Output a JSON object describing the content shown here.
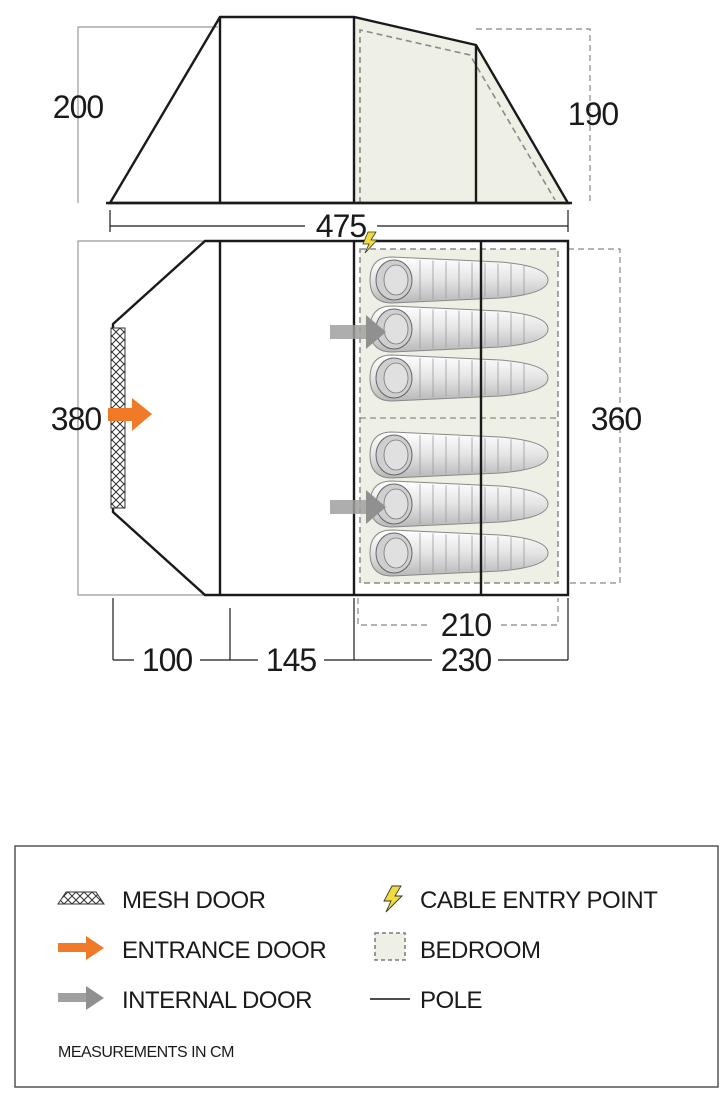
{
  "elevation": {
    "height_front": "200",
    "height_rear": "190",
    "overall_length": "475"
  },
  "floorplan": {
    "width_outer": "380",
    "width_bedroom": "360",
    "bedroom_depth": "210",
    "section_porch": "100",
    "section_living": "145",
    "section_bedroom": "230"
  },
  "legend": {
    "mesh_door": "MESH DOOR",
    "entrance_door": "ENTRANCE DOOR",
    "internal_door": "INTERNAL DOOR",
    "cable_entry": "CABLE ENTRY POINT",
    "bedroom": "BEDROOM",
    "pole": "POLE",
    "note": "MEASUREMENTS IN CM"
  },
  "colors": {
    "outline": "#1a1a1a",
    "dashed": "#8a8a8a",
    "bedroom_fill": "#eef0e6",
    "entrance_arrow": "#f07a28",
    "internal_arrow": "#9a9a9a",
    "cable_bolt": "#f2dc3c"
  },
  "sleeping_bags": 6
}
